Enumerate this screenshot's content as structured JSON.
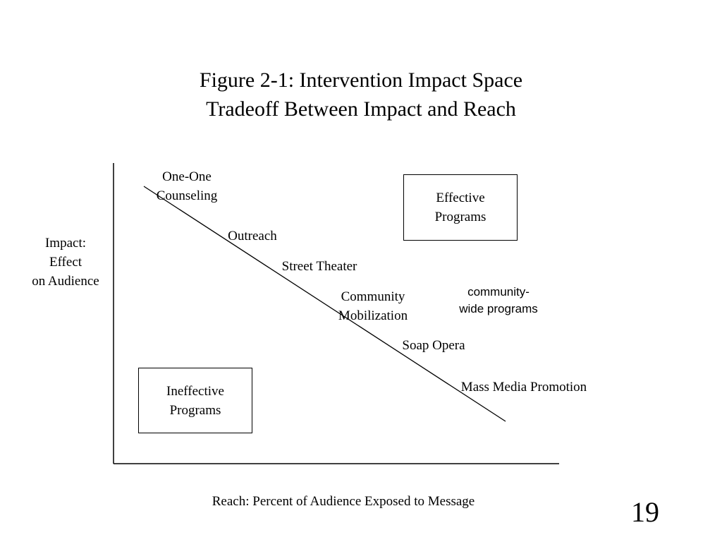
{
  "title": {
    "line1": "Figure 2-1: Intervention Impact Space",
    "line2": "Tradeoff Between Impact and Reach"
  },
  "axes": {
    "y_label_lines": [
      "Impact:",
      "Effect",
      "on Audience"
    ],
    "x_label": "Reach: Percent of Audience Exposed to Message"
  },
  "programs": [
    {
      "lines": [
        "One-One",
        "Counseling"
      ]
    },
    {
      "lines": [
        "Outreach"
      ]
    },
    {
      "lines": [
        "Street Theater"
      ]
    },
    {
      "lines": [
        "Community",
        "Mobilization"
      ]
    },
    {
      "lines": [
        "Soap Opera"
      ]
    },
    {
      "lines": [
        "Mass Media Promotion"
      ]
    }
  ],
  "boxes": {
    "effective": [
      "Effective",
      "Programs"
    ],
    "ineffective": [
      "Ineffective",
      "Programs"
    ]
  },
  "annotation": [
    "community-",
    "wide programs"
  ],
  "page_number": "19"
}
